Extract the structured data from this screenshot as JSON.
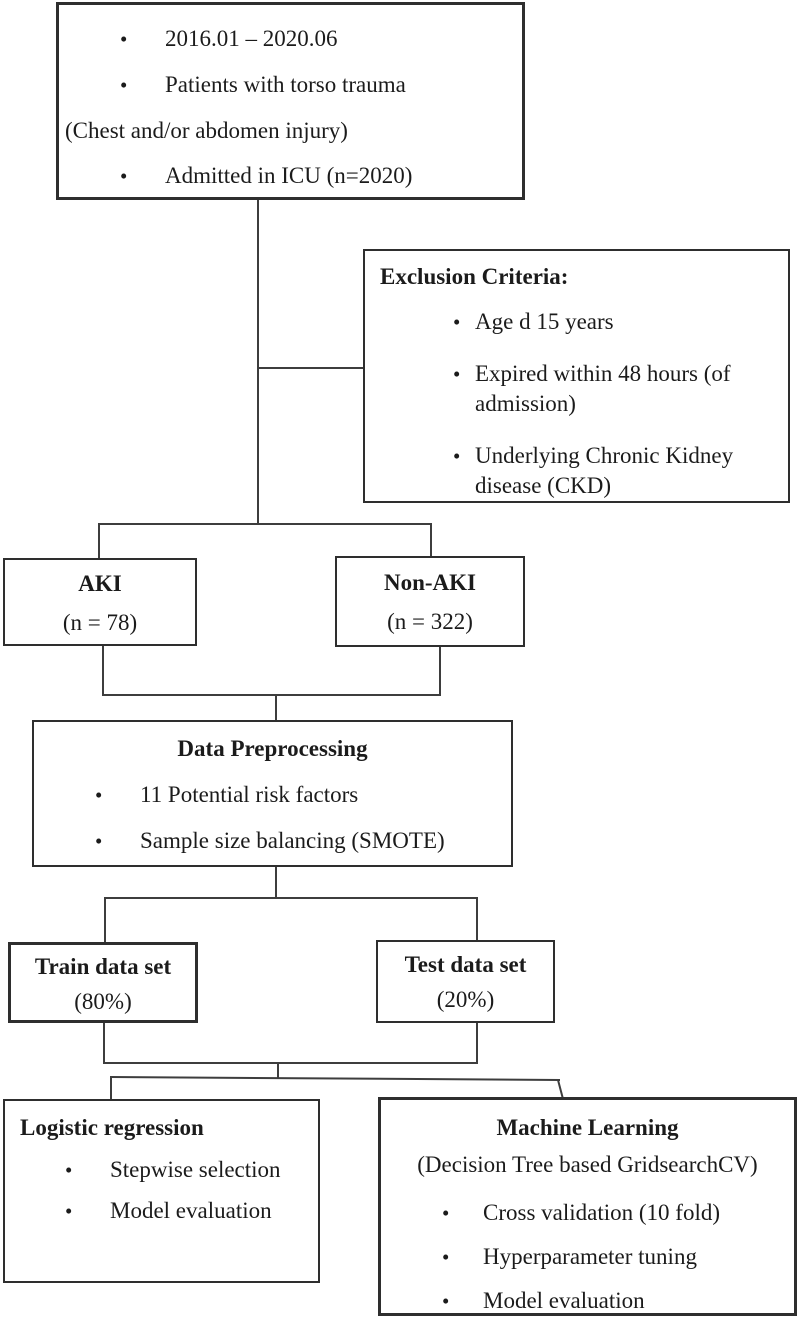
{
  "bullet_glyph": "•",
  "colors": {
    "background": "#ffffff",
    "line": "#3d3d3d",
    "text": "#1b1b1b",
    "border": "#2e2e2e"
  },
  "boxes": {
    "inclusion": {
      "lines": [
        {
          "text": "2016.01 – 2020.06"
        },
        {
          "text": "Patients with torso trauma"
        },
        {
          "text": "(Chest and/or abdomen injury)"
        },
        {
          "text": "Admitted in ICU (n=2020)"
        }
      ]
    },
    "exclusion": {
      "title": "Exclusion Criteria:",
      "items": [
        {
          "text": "Age d 15 years"
        },
        {
          "text": "Expired within 48 hours (of admission)"
        },
        {
          "text": "Underlying Chronic Kidney disease (CKD)"
        }
      ]
    },
    "aki": {
      "title": "AKI",
      "subtitle": "(n = 78)"
    },
    "non_aki": {
      "title": "Non-AKI",
      "subtitle": "(n = 322)"
    },
    "preprocessing": {
      "title": "Data Preprocessing",
      "items": [
        {
          "text": "11 Potential risk factors"
        },
        {
          "text": "Sample size balancing (SMOTE)"
        }
      ]
    },
    "train": {
      "title": "Train data set",
      "subtitle": "(80%)"
    },
    "test": {
      "title": "Test data set",
      "subtitle": "(20%)"
    },
    "logistic": {
      "title": "Logistic regression",
      "items": [
        {
          "text": "Stepwise selection"
        },
        {
          "text": "Model evaluation"
        }
      ]
    },
    "ml": {
      "title": "Machine Learning",
      "subtitle": "(Decision Tree based GridsearchCV)",
      "items": [
        {
          "text": "Cross validation (10 fold)"
        },
        {
          "text": "Hyperparameter tuning"
        },
        {
          "text": "Model evaluation"
        }
      ]
    }
  }
}
